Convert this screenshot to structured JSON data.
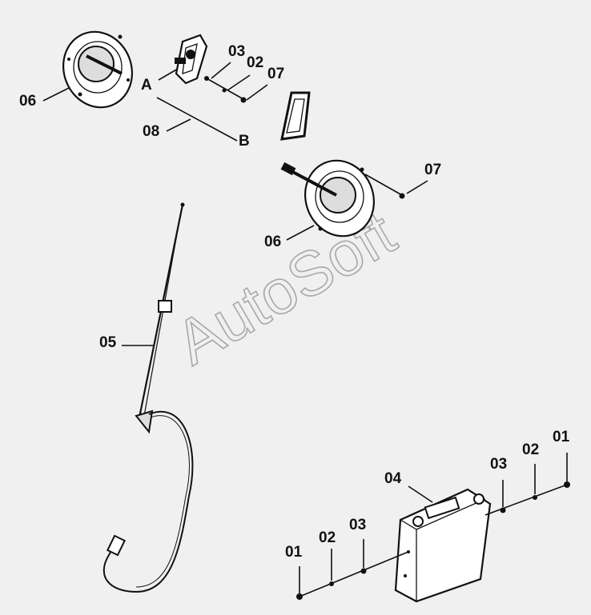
{
  "diagram": {
    "watermark": "AutoSoft",
    "callouts": {
      "top_left_flange": "06",
      "top_label_a": "A",
      "top_bracket_03": "03",
      "top_bracket_02": "02",
      "top_bracket_07": "07",
      "top_bracket_08": "08",
      "top_label_b": "B",
      "right_flange_07": "07",
      "right_flange_06": "06",
      "antenna_05": "05",
      "amp_04": "04",
      "left_hw_01": "01",
      "left_hw_02": "02",
      "left_hw_03": "03",
      "right_hw_03": "03",
      "right_hw_02": "02",
      "right_hw_01": "01"
    }
  }
}
